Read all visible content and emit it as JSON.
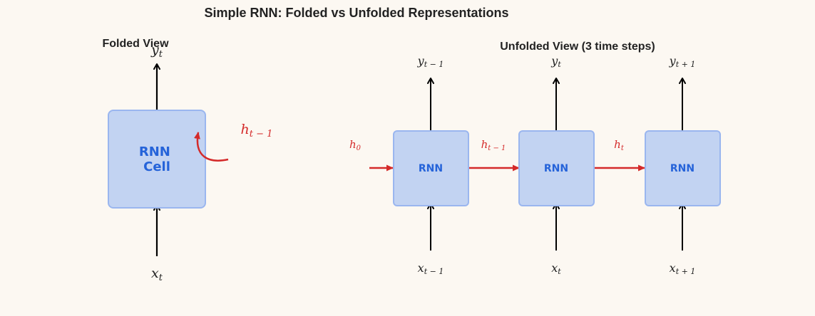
{
  "title": "Simple RNN: Folded vs Unfolded Representations",
  "colors": {
    "background": "#fcf8f2",
    "cell_fill": "#c2d3f2",
    "cell_stroke": "#9ab6ef",
    "cell_text": "#2563d9",
    "arrow_black": "#000000",
    "recurrent_red": "#d42a2a",
    "label_dark": "#222222"
  },
  "folded": {
    "heading": "Folded View",
    "cell_line1": "RNN",
    "cell_line2": "Cell",
    "output": {
      "base": "y",
      "sub": "t"
    },
    "input": {
      "base": "x",
      "sub": "t"
    },
    "recurrent": {
      "base": "h",
      "sub": "t − 1"
    }
  },
  "unfolded": {
    "heading": "Unfolded View (3 time steps)",
    "initial_hidden": {
      "base": "h",
      "sub": "0"
    },
    "steps": [
      {
        "cell_label": "RNN",
        "output": {
          "base": "y",
          "sub": "t − 1"
        },
        "input": {
          "base": "x",
          "sub": "t − 1"
        }
      },
      {
        "cell_label": "RNN",
        "output": {
          "base": "y",
          "sub": "t"
        },
        "input": {
          "base": "x",
          "sub": "t"
        }
      },
      {
        "cell_label": "RNN",
        "output": {
          "base": "y",
          "sub": "t + 1"
        },
        "input": {
          "base": "x",
          "sub": "t + 1"
        }
      }
    ],
    "hidden_transitions": [
      {
        "base": "h",
        "sub": "t − 1"
      },
      {
        "base": "h",
        "sub": "t"
      }
    ]
  }
}
